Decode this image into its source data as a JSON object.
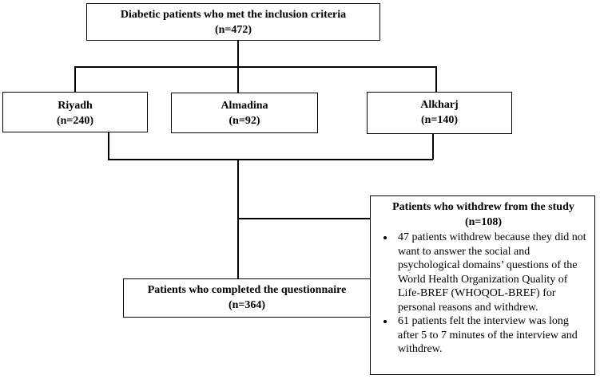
{
  "top_box": {
    "line1": "Diabetic patients who met the inclusion criteria",
    "line2": "(n=472)"
  },
  "sites": [
    {
      "name": "Riyadh",
      "count": "(n=240)"
    },
    {
      "name": "Almadina",
      "count": "(n=92)"
    },
    {
      "name": "Alkharj",
      "count": "(n=140)"
    }
  ],
  "completed_box": {
    "line1": "Patients who completed the questionnaire",
    "line2": "(n=364)"
  },
  "withdrew_box": {
    "title": "Patients who withdrew from the study",
    "count": "(n=108)",
    "reasons": [
      "47 patients withdrew because they did not want to answer the social and psychological domains’ questions of the World Health Organization Quality of Life-BREF (WHOQOL-BREF) for personal reasons and withdrew.",
      "61 patients felt the interview was long after 5 to 7 minutes of the interview and withdrew."
    ]
  }
}
